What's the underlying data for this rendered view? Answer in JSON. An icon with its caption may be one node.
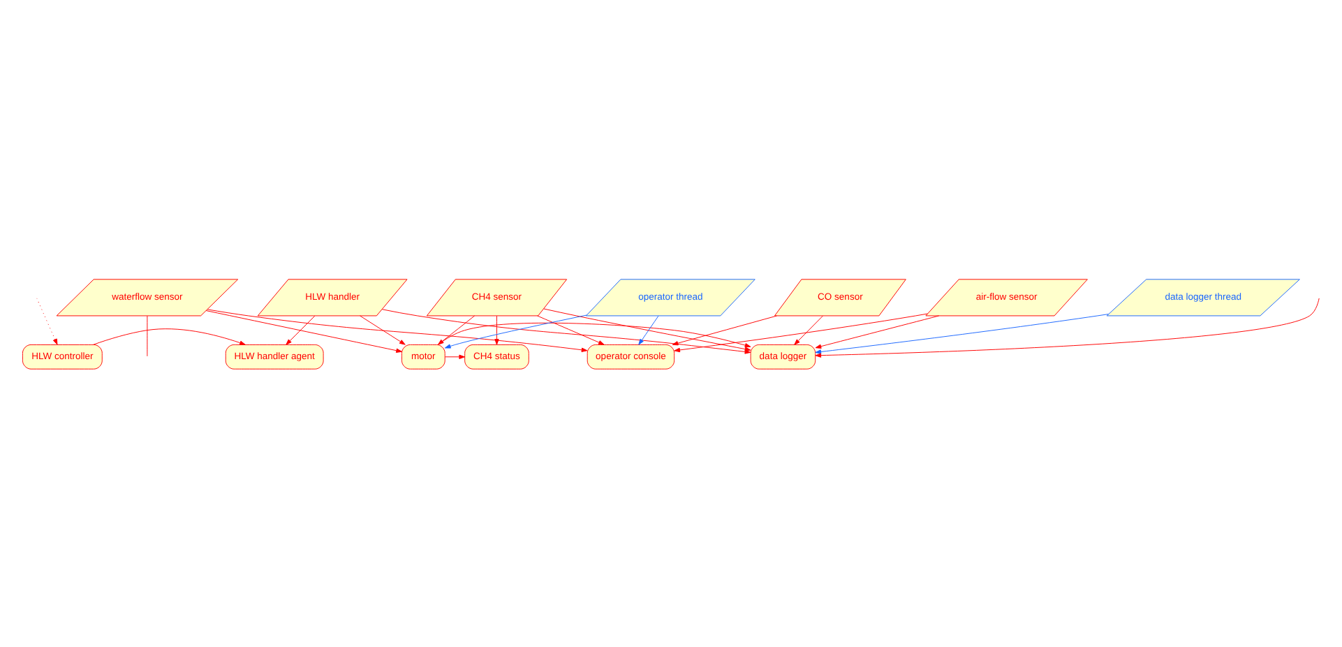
{
  "diagram": {
    "nodes": [
      {
        "text": [
          "HLW controller"
        ]
      },
      {
        "text": [
          "HLW handler agent"
        ]
      },
      {
        "text": [
          "waterflow sensor"
        ]
      },
      {
        "text": [
          "HLW handler"
        ]
      },
      {
        "text": [
          "CH4 sensor"
        ]
      },
      {
        "text": [
          "air-flow sensor"
        ]
      },
      {
        "text": [
          "CO sensor"
        ]
      },
      {
        "text": [
          "motor"
        ]
      },
      {
        "text": [
          "CH4 status"
        ]
      },
      {
        "text": [
          "operator console"
        ]
      },
      {
        "text": [
          "data logger"
        ]
      },
      {
        "text": [
          "operator thread"
        ]
      },
      {
        "text": [
          "data logger thread"
        ]
      }
    ],
    "edges": [
      {
        "from": null,
        "to": 0,
        "arrow": "to",
        "style": "dashed"
      },
      {
        "from": 0,
        "to": 1,
        "arrow": "to"
      },
      {
        "from": 3,
        "to": 1,
        "arrow": "to"
      },
      {
        "from": 2,
        "to": 7,
        "arrow": "to"
      },
      {
        "from": 2,
        "to": 9,
        "arrow": "to"
      },
      {
        "from": 2,
        "to": null,
        "arrow": "none"
      },
      {
        "from": 3,
        "to": 7,
        "arrow": "to"
      },
      {
        "from": 3,
        "to": 10,
        "arrow": "to"
      },
      {
        "from": 4,
        "to": 7,
        "arrow": "to"
      },
      {
        "from": 4,
        "to": 8,
        "arrow": "to"
      },
      {
        "from": 4,
        "to": 9,
        "arrow": "to"
      },
      {
        "from": 4,
        "to": 10,
        "arrow": "to"
      },
      {
        "from": 5,
        "to": 9,
        "arrow": "to"
      },
      {
        "from": 5,
        "to": 10,
        "arrow": "to"
      },
      {
        "from": 6,
        "to": 9,
        "arrow": "to"
      },
      {
        "from": 6,
        "to": 10,
        "arrow": "to"
      },
      {
        "from": 7,
        "to": 8,
        "arrow": "to"
      },
      {
        "from": 7,
        "to": 10,
        "arrow": "to"
      },
      {
        "from": null,
        "to": 10,
        "arrow": "to"
      },
      {
        "from": 11,
        "to": 7,
        "arrow": "to",
        "color": "#1a66ff"
      },
      {
        "from": 11,
        "to": 9,
        "arrow": "to",
        "color": "#1a66ff"
      },
      {
        "from": 12,
        "to": 10,
        "arrow": "to",
        "color": "#1a66ff"
      }
    ]
  }
}
